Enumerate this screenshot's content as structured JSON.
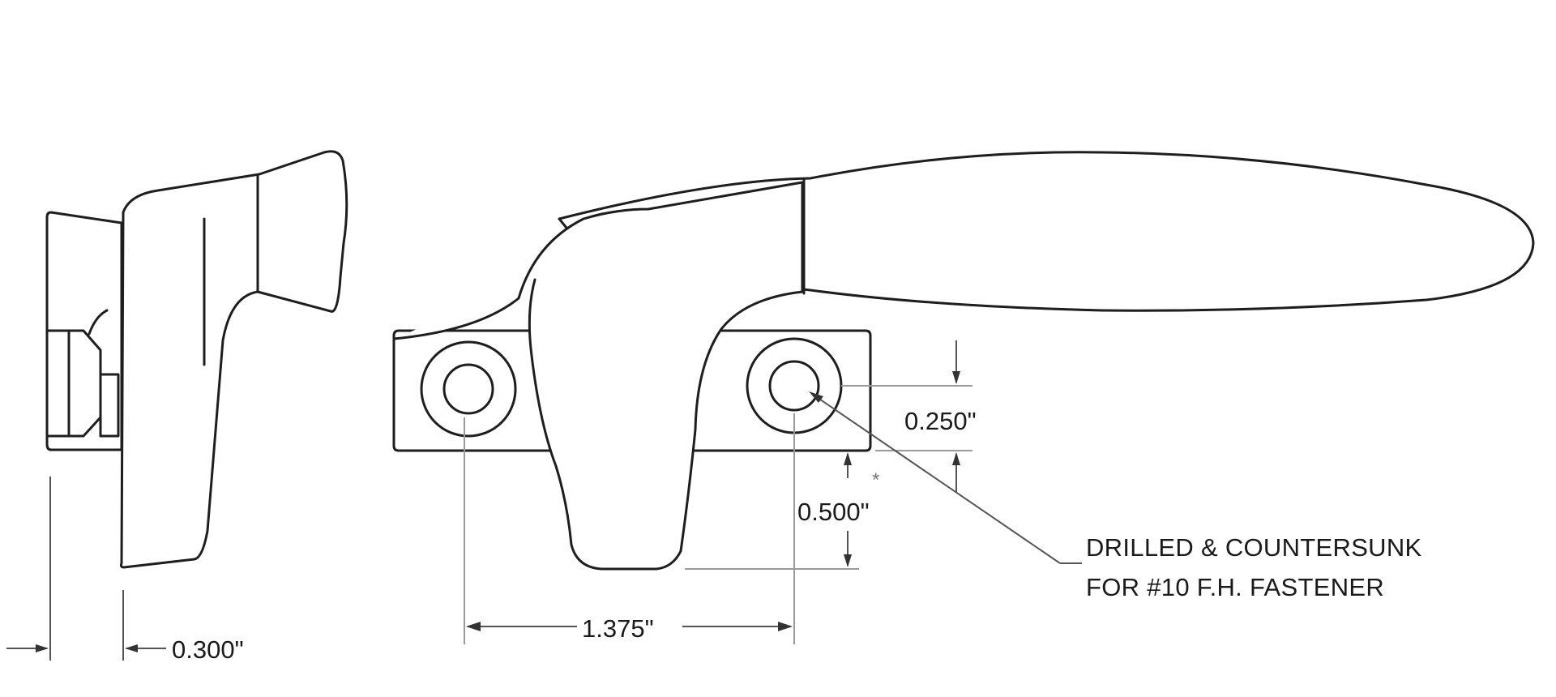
{
  "dimensions": {
    "thickness": "0.300\"",
    "hole_spacing": "1.375\"",
    "edge_to_hole": "0.250\"",
    "hole_to_base": "0.500\""
  },
  "note": {
    "line1": "DRILLED & COUNTERSUNK",
    "line2": "FOR #10 F.H. FASTENER"
  },
  "asterisk": "*"
}
